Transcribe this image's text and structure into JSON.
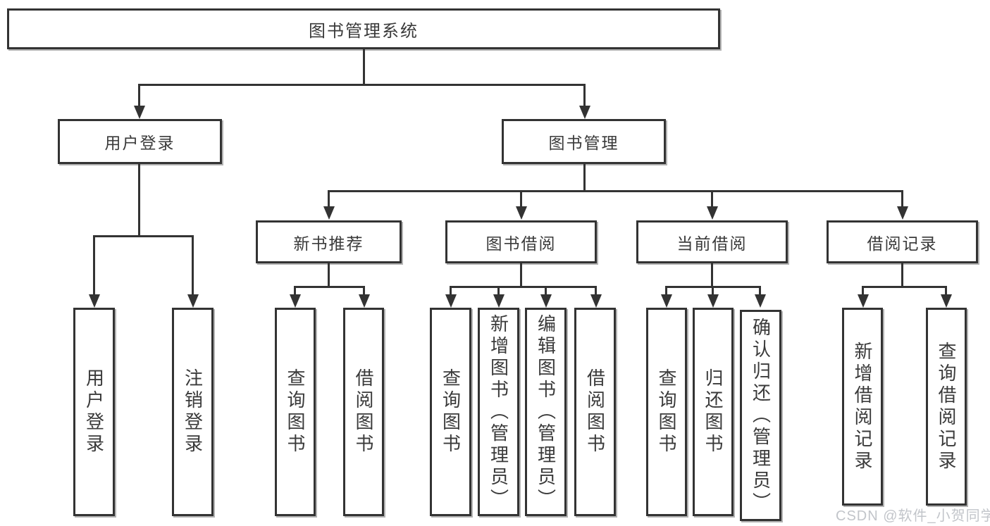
{
  "diagram": {
    "title_node": {
      "label": "图书管理系统"
    },
    "level2": [
      {
        "label": "用户登录"
      },
      {
        "label": "图书管理"
      }
    ],
    "level3": [
      {
        "label": "新书推荐"
      },
      {
        "label": "图书借阅"
      },
      {
        "label": "当前借阅"
      },
      {
        "label": "借阅记录"
      }
    ],
    "leaves": {
      "user_login": [
        "用户登录",
        "注销登录"
      ],
      "new_book": [
        "查询图书",
        "借阅图书"
      ],
      "book_borrow": [
        "查询图书",
        "新增图书（管理员）",
        "编辑图书（管理员）",
        "借阅图书"
      ],
      "current_borrow": [
        "查询图书",
        "归还图书",
        "确认归还（管理员）"
      ],
      "borrow_record": [
        "新增借阅记录",
        "查询借阅记录"
      ]
    },
    "colors": {
      "line": "#333333",
      "text": "#3a3a3a",
      "shadow": "#b3b3b3",
      "background": "#ffffff",
      "watermark": "#c2c5ca"
    }
  },
  "watermark": {
    "text": "CSDN @软件_小贺同学"
  }
}
